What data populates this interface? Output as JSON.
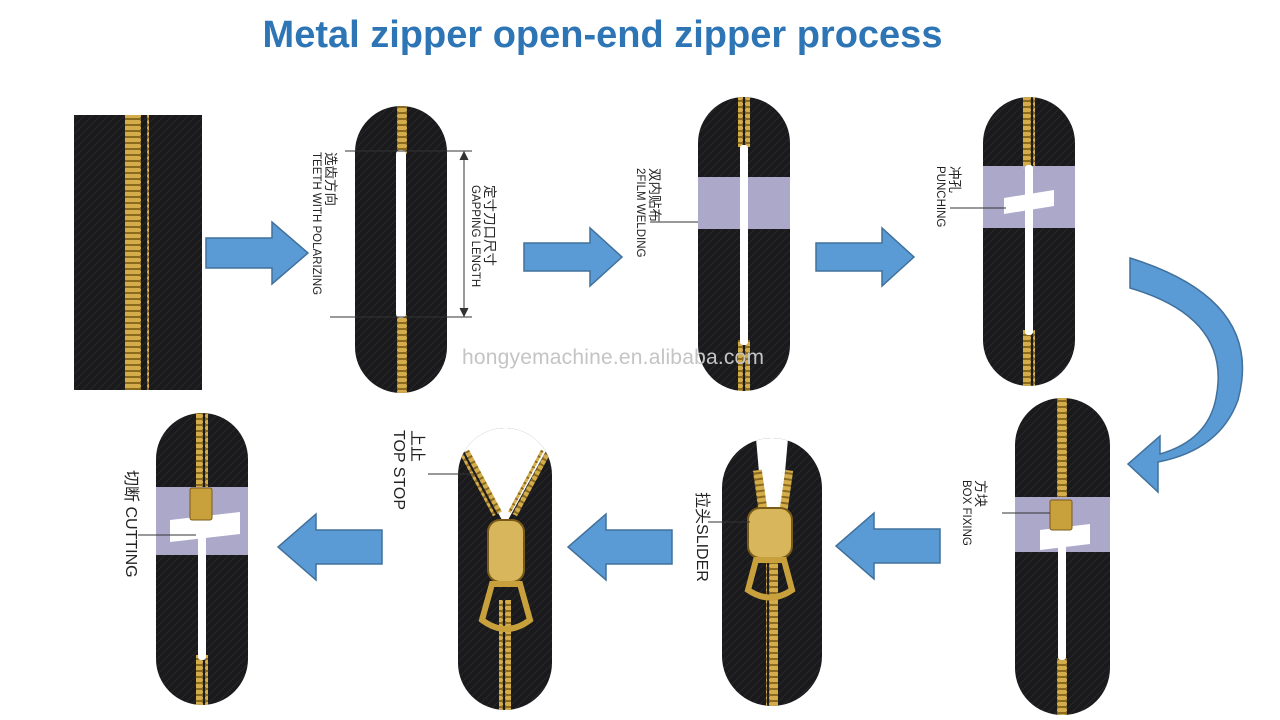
{
  "title": "Metal zipper open-end zipper process",
  "watermark": "hongyemachine.en.alibaba.com",
  "steps": {
    "polarizing": {
      "zh": "选齿方向",
      "en": "TEETH WITH POLARIZING"
    },
    "gapping": {
      "zh": "定寸刀口尺寸",
      "en": "GAPPING LENGTH"
    },
    "film": {
      "zh": "双内贴布",
      "en": "2FILM WELDING"
    },
    "punching": {
      "zh": "冲孔",
      "en": "PUNCHING"
    },
    "box": {
      "zh": "方块",
      "en": "BOX FIXING"
    },
    "slider": {
      "zh": "拉头",
      "en": "SLIDER"
    },
    "topstop": {
      "zh": "上止",
      "en": "TOP STOP"
    },
    "cutting": {
      "zh": "切断",
      "en": "CUTTING"
    }
  },
  "colors": {
    "title": "#2e75b6",
    "arrow": "#5b9bd5",
    "arrow_stroke": "#41719c",
    "tape": "#1b1b1e",
    "teeth": "#c9a13c",
    "film": "#b9b4d8"
  }
}
